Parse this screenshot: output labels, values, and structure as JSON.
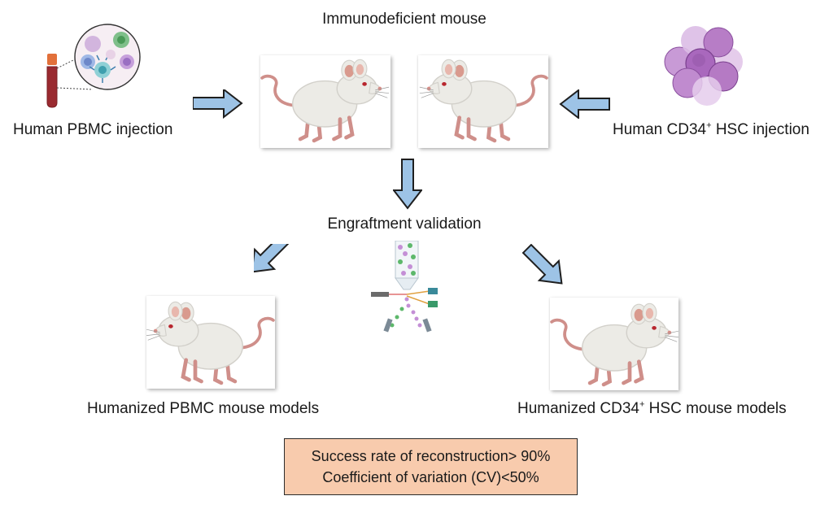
{
  "top_label": "Immunodeficient mouse",
  "left_injection": {
    "label": "Human PBMC injection"
  },
  "right_injection": {
    "label_prefix": "Human CD34",
    "label_sup": "+",
    "label_suffix": " HSC injection"
  },
  "middle_label": "Engraftment validation",
  "bottom_left": {
    "label": "Humanized PBMC mouse models"
  },
  "bottom_right": {
    "label_prefix": "Humanized CD34",
    "label_sup": "+",
    "label_suffix": " HSC mouse models"
  },
  "result_box": {
    "line1": "Success rate of reconstruction> 90%",
    "line2": "Coefficient of variation (CV)<50%"
  },
  "colors": {
    "arrow_fill": "#9dc3e6",
    "arrow_stroke": "#1f1f1f",
    "mouse_body": "#ecebe6",
    "mouse_shadow": "#d2d0ca",
    "mouse_ear": "#d99a8e",
    "mouse_tail": "#cf8f8a",
    "result_fill": "#f8cbad",
    "hsc_cell": "#b57ac4",
    "blood": "#9a2a30",
    "tube_cap": "#e2703a"
  },
  "icons": [
    "blood-tube-icon",
    "pbmc-cells-icon",
    "hsc-cluster-icon",
    "flow-cytometer-icon",
    "mouse-icon"
  ]
}
